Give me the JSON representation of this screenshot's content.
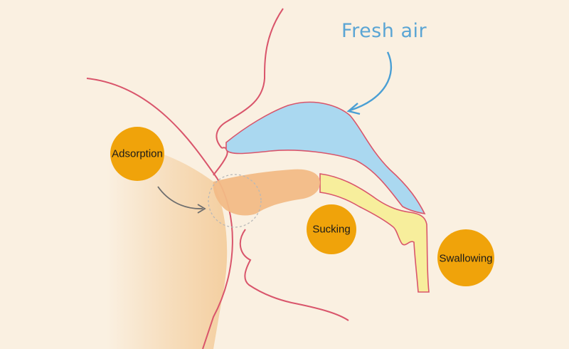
{
  "labels": {
    "fresh_air": "Fresh air",
    "adsorption": "Adsorption",
    "sucking": "Sucking",
    "swallowing": "Swallowing"
  },
  "colors": {
    "background": "#faf0e1",
    "outline": "#d9556b",
    "airway": "#aad8f0",
    "feeding_path": "#f7ee9c",
    "nipple": "#f2ba86",
    "badge": "#f0a30a",
    "arrow": "#4a9fd4"
  }
}
